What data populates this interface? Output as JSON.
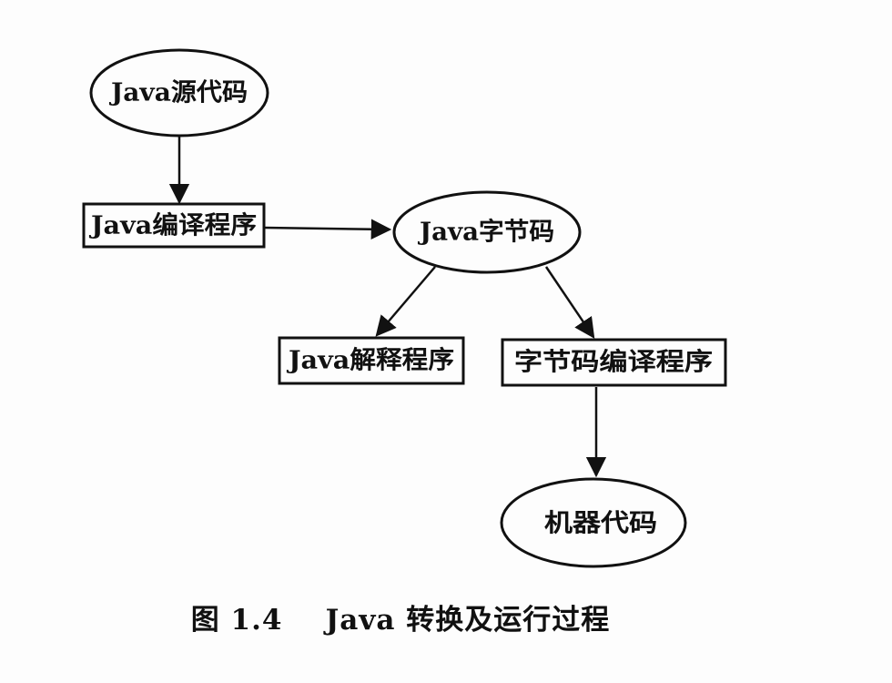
{
  "nodes": {
    "source_code": "Java源代码",
    "compiler": "Java编译程序",
    "bytecode": "Java字节码",
    "interpreter": "Java解释程序",
    "bytecode_compiler": "字节码编译程序",
    "machine_code": "机器代码"
  },
  "caption": {
    "figure_number": "图 1.4",
    "text": "Java 转换及运行过程"
  }
}
